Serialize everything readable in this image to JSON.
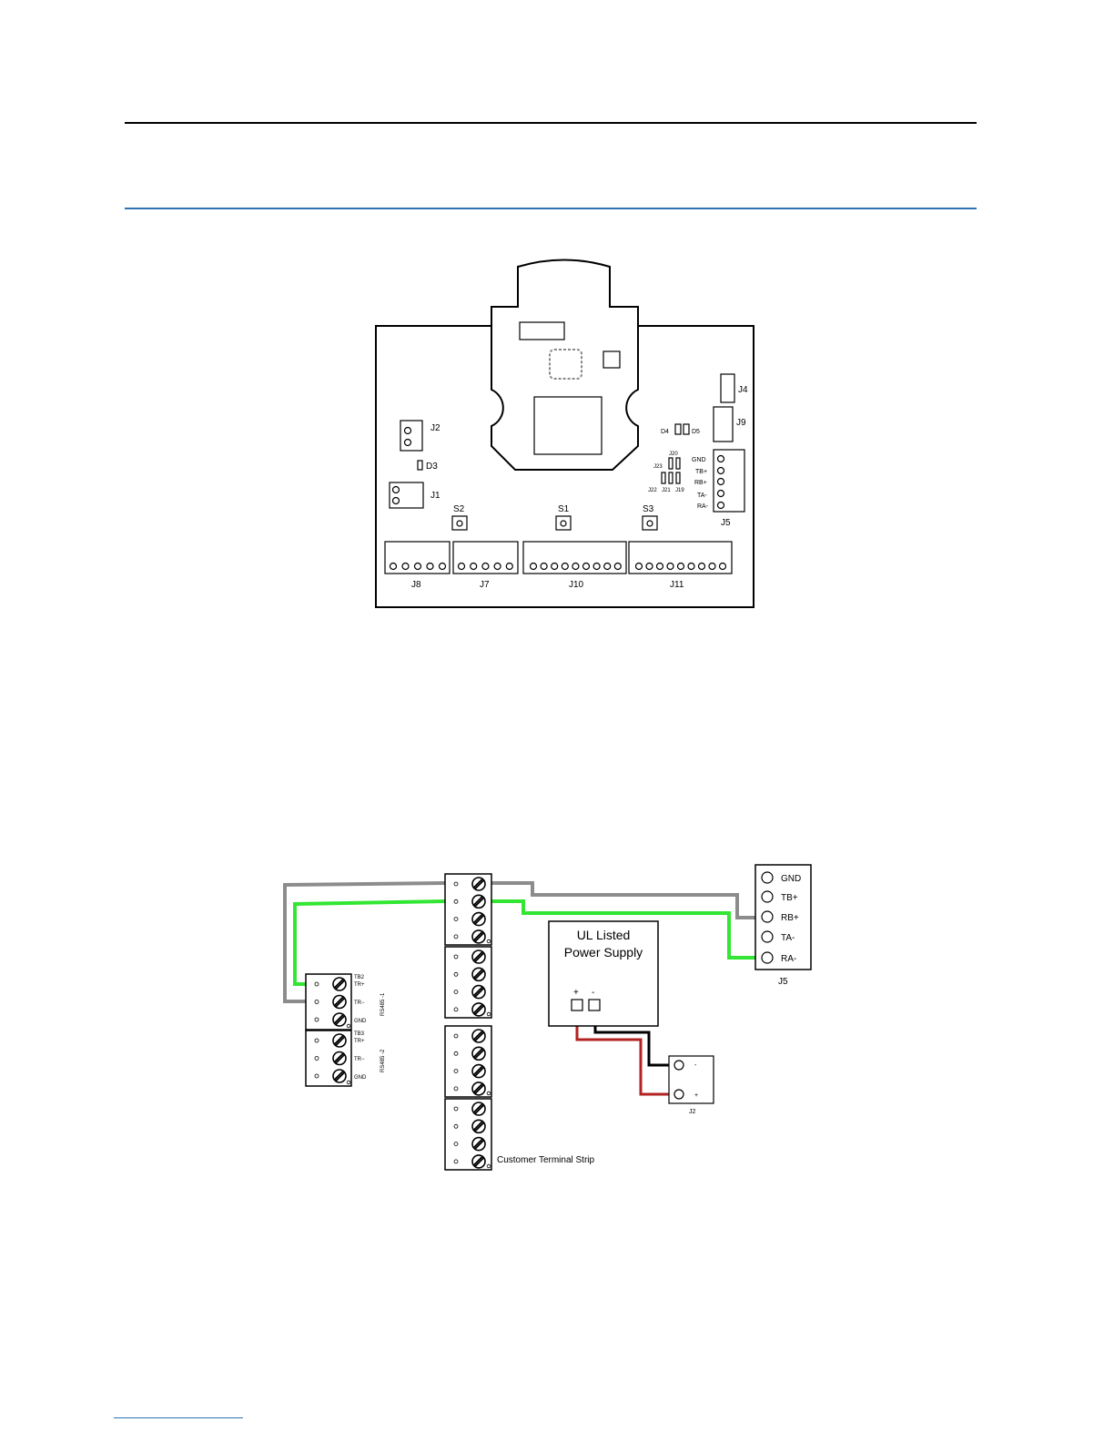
{
  "pcb": {
    "labels": {
      "j1": "J1",
      "j2": "J2",
      "d3": "D3",
      "j4": "J4",
      "j9": "J9",
      "d4": "D4",
      "d5": "D5",
      "j20": "J20",
      "j23": "J23",
      "j22": "J22",
      "j21": "J21",
      "j19": "J19",
      "j5": "J5",
      "s1": "S1",
      "s2": "S2",
      "s3": "S3",
      "j8": "J8",
      "j7": "J7",
      "j10": "J10",
      "j11": "J11"
    },
    "j5_pins": [
      "GND",
      "TB+",
      "RB+",
      "TA-",
      "RA-"
    ]
  },
  "wiring": {
    "j5_pins": [
      "GND",
      "TB+",
      "RB+",
      "TA-",
      "RA-"
    ],
    "j5_label": "J5",
    "power_supply": {
      "line1": "UL Listed",
      "line2": "Power Supply",
      "plus": "+",
      "minus": "-"
    },
    "j2": {
      "label": "J2",
      "minus": "-",
      "plus": "+"
    },
    "tb2": {
      "title": "TB2",
      "pins": [
        "TR+",
        "TR−",
        "GND"
      ],
      "side": "RS485 -1"
    },
    "tb3": {
      "title": "TB3",
      "pins": [
        "TR+",
        "TR−",
        "GND"
      ],
      "side": "RS485 -2"
    },
    "terminal_strip_label": "Customer Terminal Strip",
    "colors": {
      "gray_wire": "#8c8c8c",
      "green_wire": "#33e633",
      "red_wire": "#b22222",
      "black_wire": "#000000"
    }
  }
}
